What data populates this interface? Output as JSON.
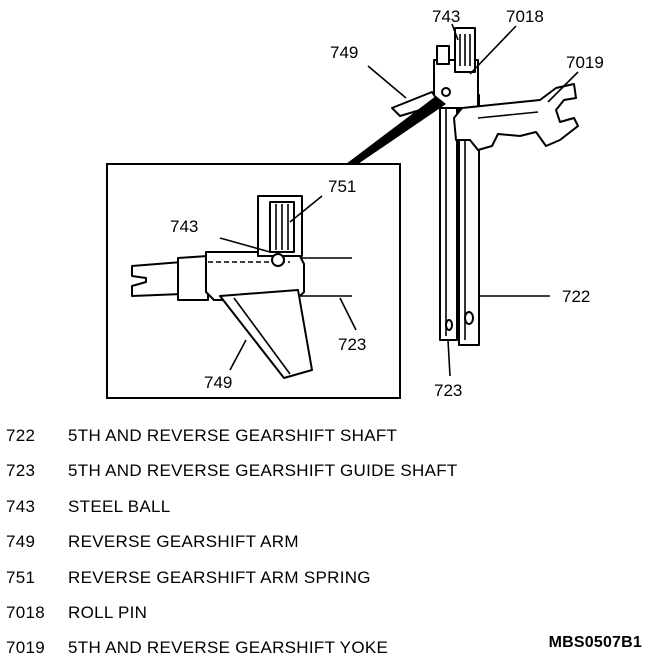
{
  "callouts": {
    "c743_top": "743",
    "c7018": "7018",
    "c749_top": "749",
    "c7019": "7019",
    "c751": "751",
    "c743_inset": "743",
    "c723_inset": "723",
    "c749_inset": "749",
    "c722": "722",
    "c723_bottom": "723"
  },
  "legend": [
    {
      "num": "722",
      "desc": "5TH AND REVERSE GEARSHIFT SHAFT"
    },
    {
      "num": "723",
      "desc": "5TH AND REVERSE GEARSHIFT GUIDE SHAFT"
    },
    {
      "num": "743",
      "desc": "STEEL BALL"
    },
    {
      "num": "749",
      "desc": "REVERSE GEARSHIFT ARM"
    },
    {
      "num": "751",
      "desc": "REVERSE GEARSHIFT ARM SPRING"
    },
    {
      "num": "7018",
      "desc": "ROLL PIN"
    },
    {
      "num": "7019",
      "desc": "5TH AND REVERSE GEARSHIFT YOKE"
    }
  ],
  "figure_id": "MBS0507B1"
}
